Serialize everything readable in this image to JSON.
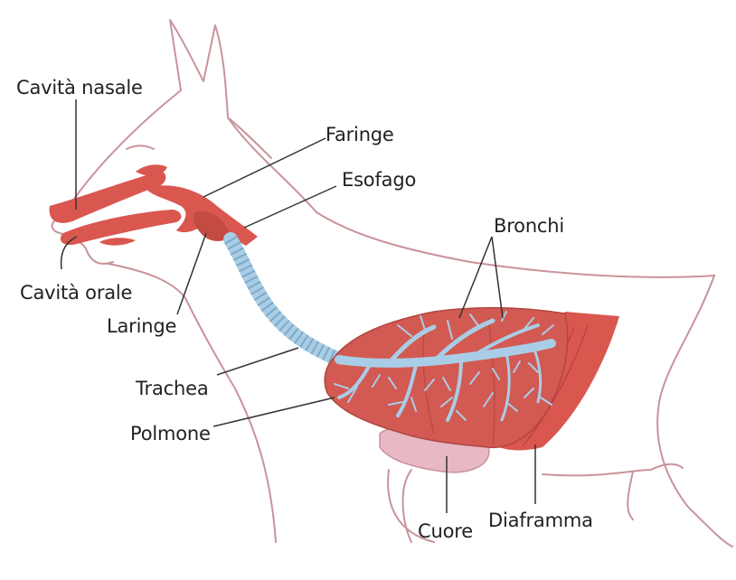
{
  "diagram": {
    "labels": {
      "cavita_nasale": "Cavità nasale",
      "faringe": "Faringe",
      "esofago": "Esofago",
      "bronchi": "Bronchi",
      "cavita_orale": "Cavità orale",
      "laringe": "Laringe",
      "trachea": "Trachea",
      "polmone": "Polmone",
      "cuore": "Cuore",
      "diaframma": "Diaframma"
    },
    "colors": {
      "outline": "#c9939a",
      "airway_red": "#d9574f",
      "lung": "#d25a52",
      "bronchi_blue": "#a9cde6",
      "heart": "#e8b8c4",
      "leader": "#333333"
    }
  }
}
